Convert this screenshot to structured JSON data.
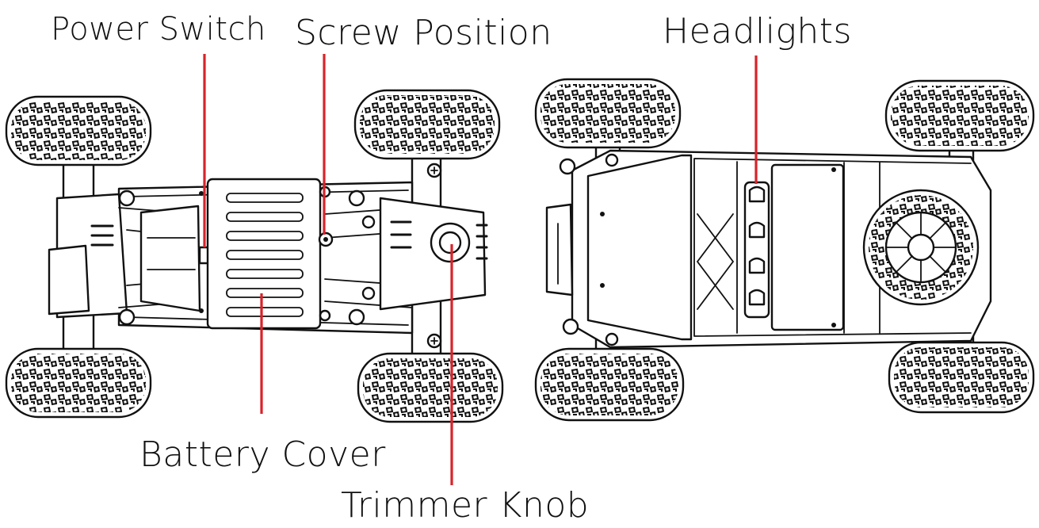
{
  "labels": {
    "power_switch": "Power Switch",
    "screw_position": "Screw Position",
    "headlights": "Headlights",
    "battery_cover": "Battery Cover",
    "trimmer_knob": "Trimmer Knob"
  },
  "colors": {
    "leader_line": "#d8232a",
    "line_art": "#111111",
    "background": "#ffffff"
  }
}
